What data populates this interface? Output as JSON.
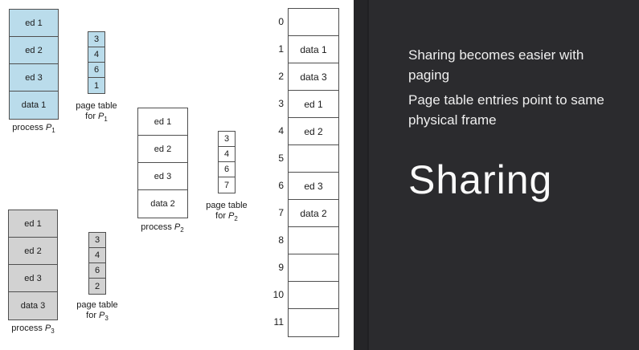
{
  "p1": {
    "rows": [
      "ed 1",
      "ed 2",
      "ed 3",
      "data 1"
    ],
    "caption_word": "process",
    "caption_symbol": "P",
    "caption_sub": "1"
  },
  "pt1": {
    "values": [
      "3",
      "4",
      "6",
      "1"
    ],
    "caption_line1": "page table",
    "caption_for": "for",
    "caption_symbol": "P",
    "caption_sub": "1"
  },
  "p2": {
    "rows": [
      "ed 1",
      "ed 2",
      "ed 3",
      "data 2"
    ],
    "caption_word": "process",
    "caption_symbol": "P",
    "caption_sub": "2"
  },
  "pt2": {
    "values": [
      "3",
      "4",
      "6",
      "7"
    ],
    "caption_line1": "page table",
    "caption_for": "for",
    "caption_symbol": "P",
    "caption_sub": "2"
  },
  "p3": {
    "rows": [
      "ed 1",
      "ed 2",
      "ed 3",
      "data 3"
    ],
    "caption_word": "process",
    "caption_symbol": "P",
    "caption_sub": "3"
  },
  "pt3": {
    "values": [
      "3",
      "4",
      "6",
      "2"
    ],
    "caption_line1": "page table",
    "caption_for": "for",
    "caption_symbol": "P",
    "caption_sub": "3"
  },
  "memory": {
    "frame_numbers": [
      "0",
      "1",
      "2",
      "3",
      "4",
      "5",
      "6",
      "7",
      "8",
      "9",
      "10",
      "11"
    ],
    "frame_contents": [
      "",
      "data 1",
      "data 3",
      "ed 1",
      "ed 2",
      "",
      "ed 3",
      "data 2",
      "",
      "",
      "",
      ""
    ]
  },
  "panel": {
    "bullets": [
      {
        "line1": "Sharing becomes easier with",
        "line2": "paging"
      },
      {
        "line1": "Page table entries point to same",
        "line2": "physical frame"
      }
    ],
    "title": "Sharing"
  },
  "colors": {
    "process1_fill": "#badceb",
    "process2_fill": "#ffffff",
    "process3_fill": "#d2d2d2",
    "box_border": "#4f4f4f",
    "panel_bg": "#2b2b2e",
    "panel_strip": "#252528",
    "panel_text": "#efefef"
  }
}
